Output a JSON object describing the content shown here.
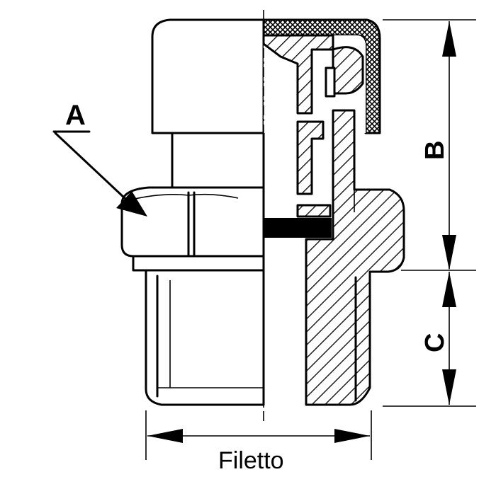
{
  "labels": {
    "a": "A",
    "b": "B",
    "c": "C",
    "thread": "Filetto"
  },
  "colors": {
    "line": "#000000",
    "background": "#ffffff"
  }
}
